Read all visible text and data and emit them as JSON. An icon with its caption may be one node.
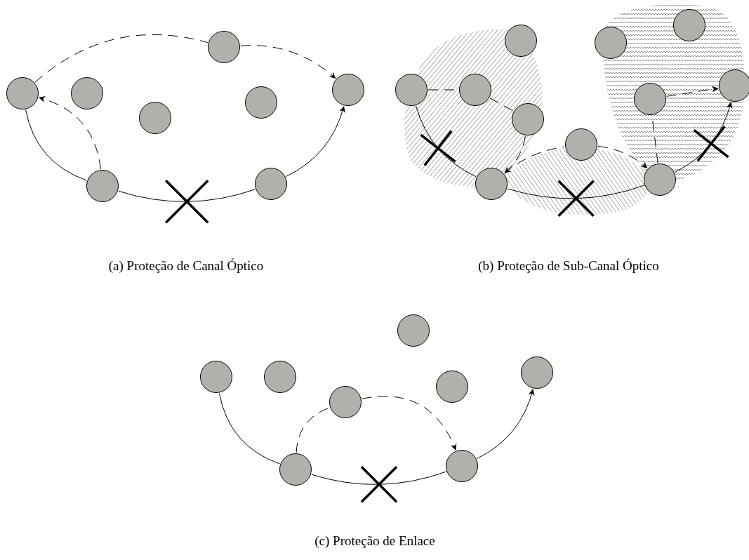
{
  "diagram": {
    "nodes": [
      {
        "text": [],
        "shape": "circle"
      },
      {
        "text": [],
        "shape": "circle"
      },
      {
        "text": [],
        "shape": "circle"
      },
      {
        "text": [],
        "shape": "circle"
      },
      {
        "text": [],
        "shape": "circle"
      },
      {
        "text": [],
        "shape": "circle"
      },
      {
        "text": [],
        "shape": "circle"
      },
      {
        "text": [],
        "shape": "circle"
      },
      {
        "text": [],
        "shape": "circle"
      },
      {
        "text": [],
        "shape": "circle"
      },
      {
        "text": [],
        "shape": "circle"
      },
      {
        "text": [],
        "shape": "circle"
      },
      {
        "text": [],
        "shape": "circle"
      },
      {
        "text": [],
        "shape": "circle"
      },
      {
        "text": [],
        "shape": "circle"
      },
      {
        "text": [],
        "shape": "circle"
      },
      {
        "text": [],
        "shape": "circle"
      },
      {
        "text": [],
        "shape": "circle"
      },
      {
        "text": [],
        "shape": "circle"
      },
      {
        "text": [],
        "shape": "circle"
      },
      {
        "text": [],
        "shape": "circle"
      },
      {
        "text": [],
        "shape": "circle"
      },
      {
        "text": [],
        "shape": "circle"
      },
      {
        "text": [],
        "shape": "circle"
      },
      {
        "text": [],
        "shape": "circle"
      },
      {
        "text": [],
        "shape": "circle"
      },
      {
        "text": [],
        "shape": "circle"
      }
    ],
    "edges": [
      {
        "from": 0,
        "to": 2,
        "arrow": "none"
      },
      {
        "from": 2,
        "to": 6,
        "arrow": "none"
      },
      {
        "from": 6,
        "to": 7,
        "arrow": "to"
      },
      {
        "from": 0,
        "to": 4,
        "arrow": "none",
        "style": "dashed"
      },
      {
        "from": 4,
        "to": 7,
        "arrow": "to",
        "style": "dashed"
      },
      {
        "from": 2,
        "to": 0,
        "arrow": "to",
        "style": "dashed"
      },
      {
        "from": 8,
        "to": 12,
        "arrow": "none"
      },
      {
        "from": 12,
        "to": 18,
        "arrow": "none"
      },
      {
        "from": 18,
        "to": 17,
        "arrow": "to"
      },
      {
        "from": 8,
        "to": 9,
        "arrow": "none",
        "style": "dashed"
      },
      {
        "from": 9,
        "to": 11,
        "arrow": "none",
        "style": "dashed"
      },
      {
        "from": 11,
        "to": 12,
        "arrow": "to",
        "style": "dashed"
      },
      {
        "from": 12,
        "to": 13,
        "arrow": "none",
        "style": "dashed"
      },
      {
        "from": 13,
        "to": 18,
        "arrow": "to",
        "style": "dashed"
      },
      {
        "from": 18,
        "to": 16,
        "arrow": "none",
        "style": "dashed"
      },
      {
        "from": 16,
        "to": 17,
        "arrow": "to",
        "style": "dashed"
      },
      {
        "from": 19,
        "to": 21,
        "arrow": "none"
      },
      {
        "from": 21,
        "to": 25,
        "arrow": "none"
      },
      {
        "from": 25,
        "to": 26,
        "arrow": "to"
      },
      {
        "from": 21,
        "to": 22,
        "arrow": "none",
        "style": "dashed"
      },
      {
        "from": 22,
        "to": 25,
        "arrow": "to",
        "style": "dashed"
      }
    ],
    "labels": [
      "(a) Proteção de Canal Óptico",
      "(b) Proteção de Sub-Canal Óptico",
      "(c) Proteção de Enlace"
    ]
  }
}
